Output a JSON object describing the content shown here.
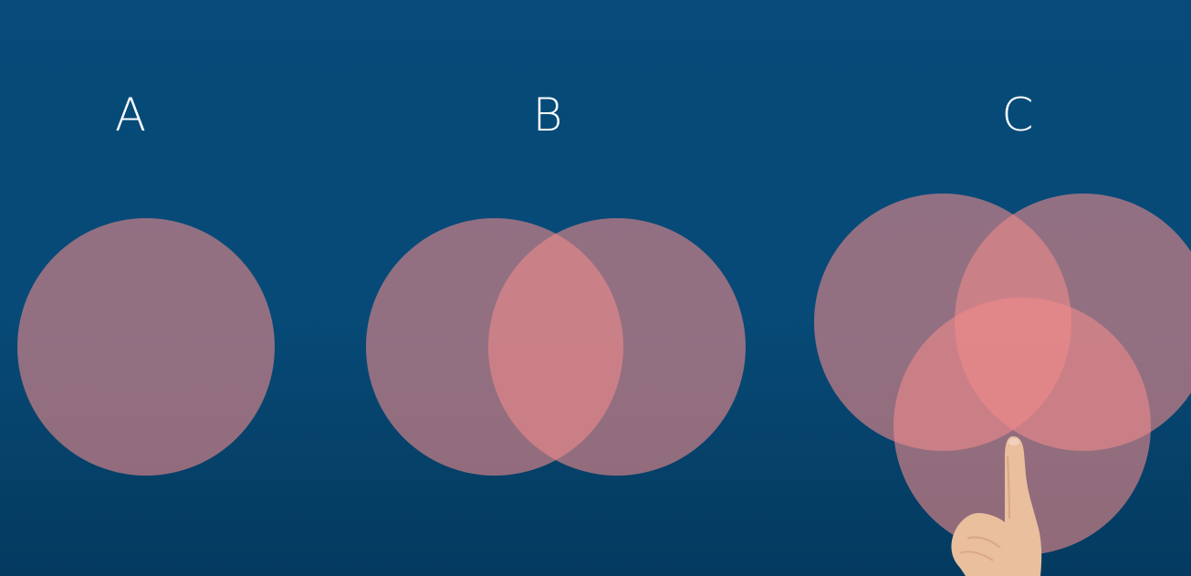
{
  "panels": [
    {
      "label": "A",
      "circle_count": 1
    },
    {
      "label": "B",
      "circle_count": 2
    },
    {
      "label": "C",
      "circle_count": 3
    }
  ],
  "colors": {
    "background": "#064b79",
    "circle_fill": "#f08a8a",
    "circle_opacity": 0.6,
    "label_text": "#ffffff"
  },
  "icons": {
    "pointer": "pointing-finger-hand"
  }
}
